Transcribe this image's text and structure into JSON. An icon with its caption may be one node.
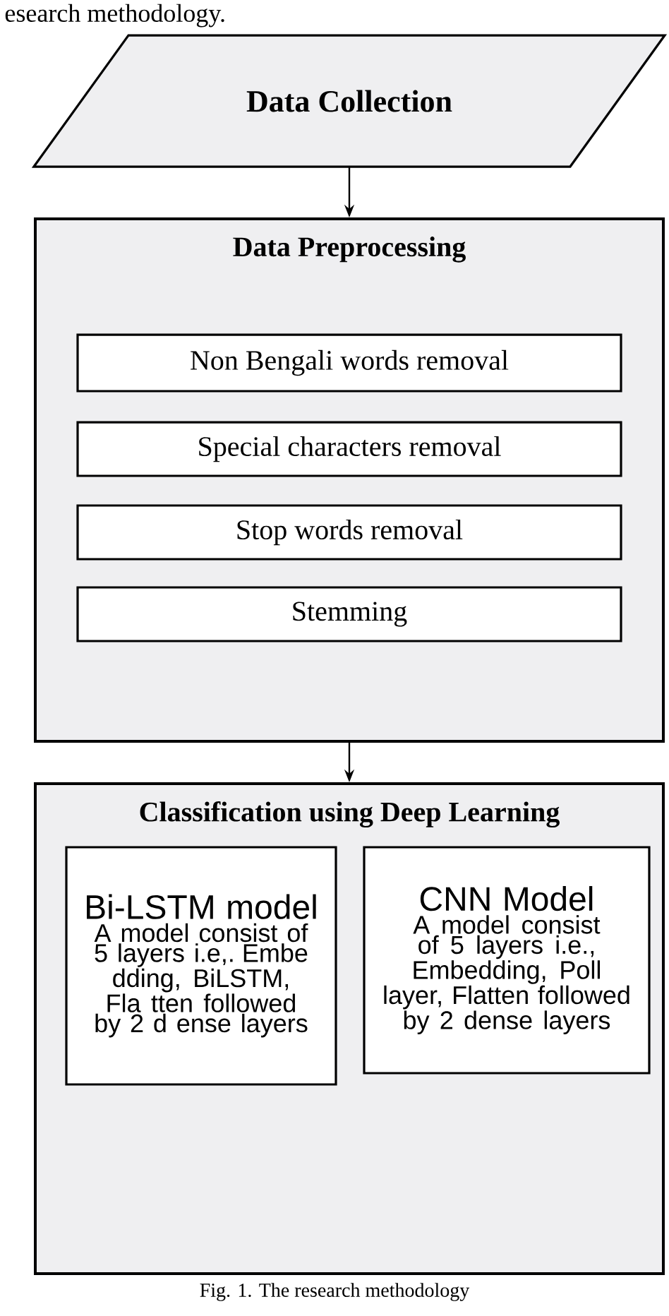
{
  "diagram": {
    "caption": "Fig. 1.   The research methodology",
    "nodes": [
      {
        "text": [
          "Data Collection"
        ]
      },
      {
        "text": [
          "Data Preprocessing"
        ]
      },
      {
        "text": [
          "Non Bengali words removal"
        ],
        "in": 1
      },
      {
        "text": [
          "Special characters removal"
        ],
        "in": 1
      },
      {
        "text": [
          "Stop words removal"
        ],
        "in": 1
      },
      {
        "text": [
          "Stemming"
        ],
        "in": 1
      },
      {
        "text": [
          "Classification using Deep Learning"
        ]
      },
      {
        "text": [
          "Bi-LSTM model",
          "A model consist of 5 layers i.e,. Embe dding, BiLSTM, Fla tten followed by 2 d ense layers"
        ],
        "in": 6
      },
      {
        "text": [
          "CNN Model",
          "A model consist of 5 layers i.e., Embedding, Poll layer, Flatten followed by 2 dense layers"
        ],
        "in": 6
      }
    ],
    "edges": [
      {
        "from": 0,
        "to": 1,
        "arrow": "to"
      },
      {
        "from": 1,
        "to": 6,
        "arrow": "to"
      }
    ],
    "labels": [
      "esearch methodology."
    ]
  }
}
